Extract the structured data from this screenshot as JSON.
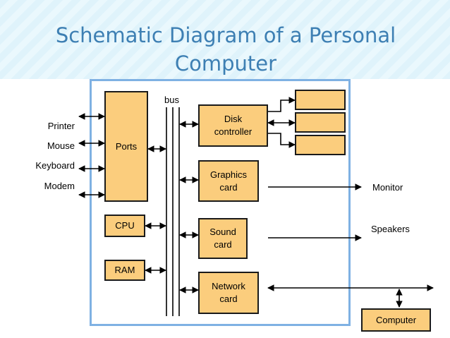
{
  "title": "Schematic Diagram of a Personal Computer",
  "labels": {
    "bus": "bus",
    "printer": "Printer",
    "mouse": "Mouse",
    "keyboard": "Keyboard",
    "modem": "Modem",
    "monitor": "Monitor",
    "speakers": "Speakers"
  },
  "boxes": {
    "ports": "Ports",
    "cpu": "CPU",
    "ram": "RAM",
    "disk_controller": "Disk\ncontroller",
    "graphics_card": "Graphics\ncard",
    "sound_card": "Sound\ncard",
    "network_card": "Network\ncard",
    "computer": "Computer"
  },
  "colors": {
    "box_fill": "#fbcd7d",
    "frame_border": "#7fb1e3",
    "title_color": "#3d7fb3"
  }
}
